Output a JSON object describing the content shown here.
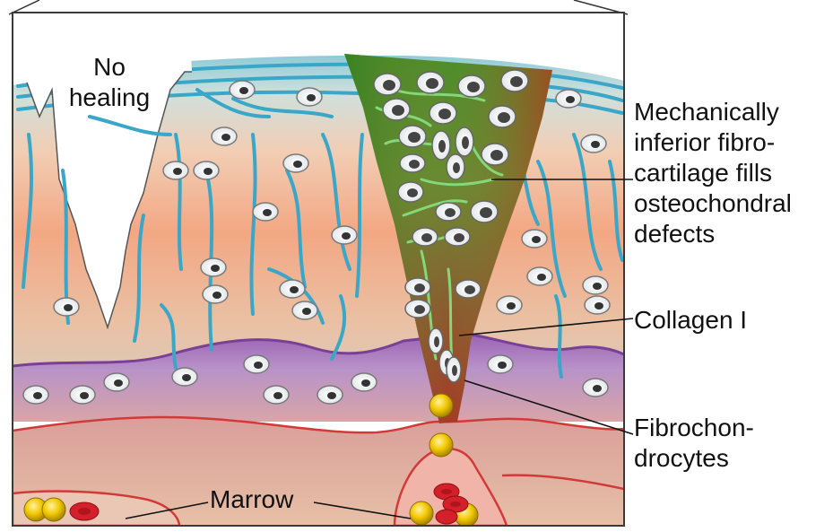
{
  "labels": {
    "no_healing": [
      "No",
      "healing"
    ],
    "fibrocartilage": [
      "Mechanically",
      "inferior fibro-",
      "cartilage fills",
      "osteochondral",
      "defects"
    ],
    "collagen": "Collagen I",
    "fibrochondrocytes": [
      "Fibrochon-",
      "drocytes"
    ],
    "marrow": "Marrow"
  },
  "colors": {
    "frame": "#3a3a3a",
    "superficial_layer": "#9fd2dc",
    "mid_cartilage": "#efc3a6",
    "deep_cartilage": "#f2a27c",
    "tidemark": "#9b63b0",
    "subchondral": "#d89a98",
    "marrow_space": "#e4b7a4",
    "fibrocartilage_top": "#4f8f2c",
    "fibrocartilage_bottom": "#a33b2a",
    "collagen_fiber_blue": "#3aa7c8",
    "collagen_fiber_green": "#7fd37a",
    "vessel_red": "#d23a3a",
    "cell_yellow": "#f2c500",
    "rbc_red": "#d3202a"
  },
  "icons": [
    "chondrocyte-cell-icon",
    "fibrochondrocyte-cell-icon",
    "marrow-cell-icon",
    "red-blood-cell-icon"
  ]
}
